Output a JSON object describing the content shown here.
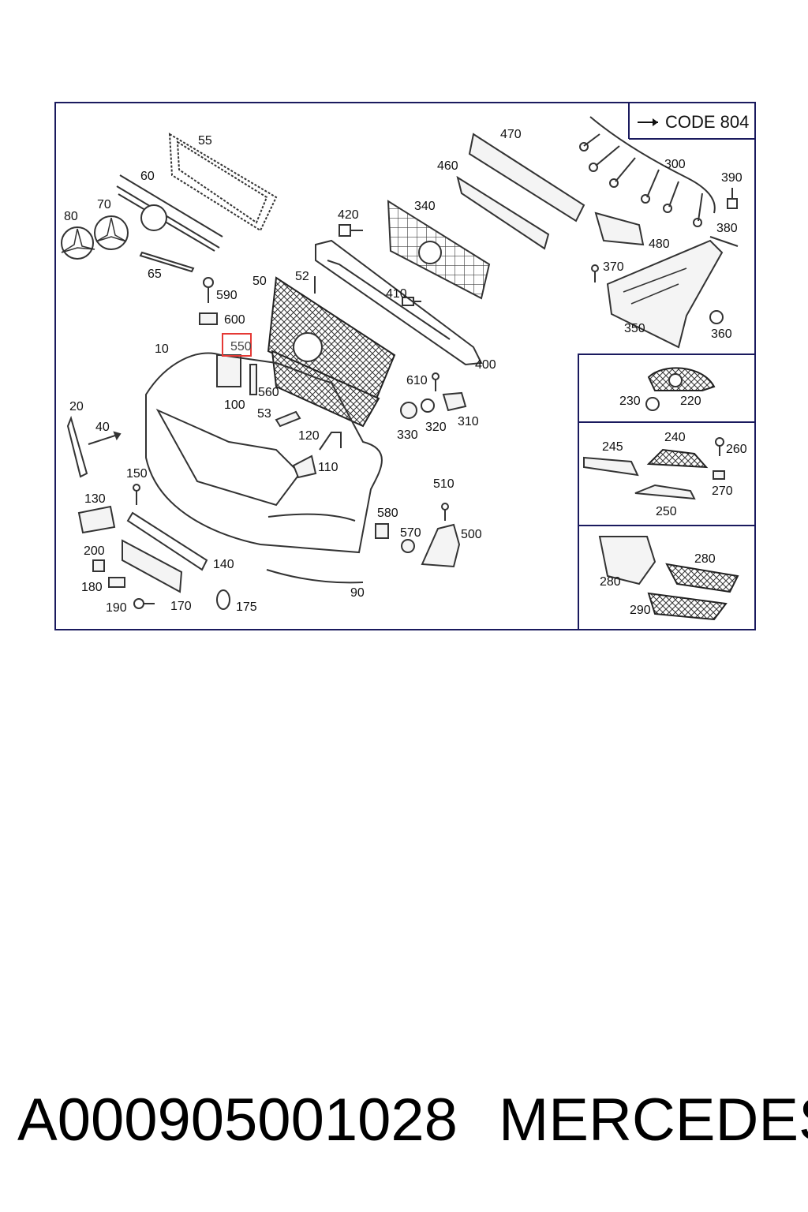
{
  "diagram": {
    "code_label": "CODE 804",
    "callouts": {
      "c10": "10",
      "c20": "20",
      "c40": "40",
      "c50": "50",
      "c52": "52",
      "c53": "53",
      "c55": "55",
      "c60": "60",
      "c65": "65",
      "c70": "70",
      "c80": "80",
      "c90": "90",
      "c100": "100",
      "c110": "110",
      "c120": "120",
      "c130": "130",
      "c140": "140",
      "c150": "150",
      "c170": "170",
      "c175": "175",
      "c180": "180",
      "c190": "190",
      "c200": "200",
      "c220": "220",
      "c230": "230",
      "c240": "240",
      "c245": "245",
      "c250": "250",
      "c260": "260",
      "c270": "270",
      "c280a": "280",
      "c280b": "280",
      "c290": "290",
      "c300": "300",
      "c310": "310",
      "c320": "320",
      "c330": "330",
      "c340": "340",
      "c350": "350",
      "c360": "360",
      "c370": "370",
      "c380": "380",
      "c390": "390",
      "c400": "400",
      "c410": "410",
      "c420": "420",
      "c460": "460",
      "c470": "470",
      "c480": "480",
      "c500": "500",
      "c510": "510",
      "c550": "550",
      "c560": "560",
      "c570": "570",
      "c580": "580",
      "c590": "590",
      "c600": "600",
      "c610": "610"
    },
    "highlighted_callout": "550",
    "highlight_color": "#e53935",
    "frame_color": "#1a1a5e"
  },
  "footer": {
    "part_number": "A000905001028",
    "brand": "MERCEDES"
  }
}
